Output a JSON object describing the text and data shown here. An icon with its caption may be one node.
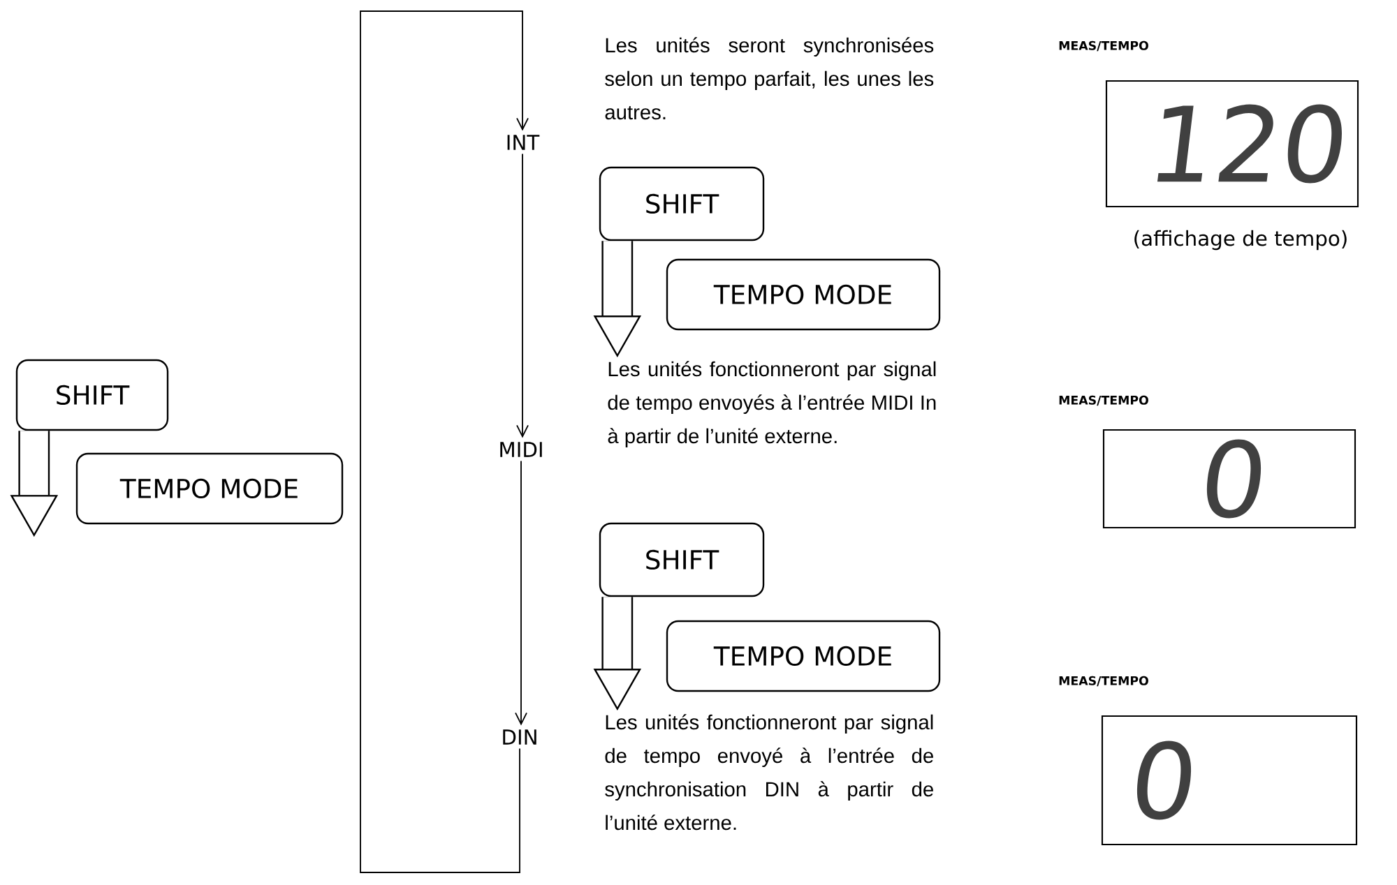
{
  "diagram": {
    "nodes": [
      {
        "text": [
          "SHIFT"
        ]
      },
      {
        "text": [
          "TEMPO MODE"
        ]
      },
      {
        "text": [
          "INT"
        ],
        "beside": [
          "Les unités seront synchronisées selon un tempo parfait, les unes les autres."
        ]
      },
      {
        "text": [
          "MEAS/TEMPO",
          "120"
        ],
        "beside": [
          "(affichage de tempo)"
        ]
      },
      {
        "text": [
          "SHIFT"
        ]
      },
      {
        "text": [
          "TEMPO MODE"
        ]
      },
      {
        "text": [
          "MIDI"
        ],
        "beside": [
          "Les unités fonctionneront par signal de tempo envoyés à l’entrée MIDI In à partir de l’unité externe."
        ]
      },
      {
        "text": [
          "MEAS/TEMPO",
          "0"
        ]
      },
      {
        "text": [
          "SHIFT"
        ]
      },
      {
        "text": [
          "TEMPO MODE"
        ]
      },
      {
        "text": [
          "MEAS/TEMPO",
          "0"
        ]
      },
      {
        "text": [
          "DIN"
        ],
        "beside": [
          "Les unités fonctionneront par signal de tempo envoyé à l’entrée de synchronisation DIN à partir de l’unité externe."
        ]
      }
    ],
    "edges": [
      {
        "from": 0,
        "to": null,
        "arrow": "to",
        "style": "thick"
      },
      {
        "from": 2,
        "to": 6,
        "arrow": "to"
      },
      {
        "from": 6,
        "to": 11,
        "arrow": "to"
      },
      {
        "from": 11,
        "to": 2,
        "arrow": "to"
      },
      {
        "from": 4,
        "to": 6,
        "arrow": "to",
        "style": "thick"
      },
      {
        "from": 8,
        "to": 11,
        "arrow": "to",
        "style": "thick"
      }
    ]
  }
}
